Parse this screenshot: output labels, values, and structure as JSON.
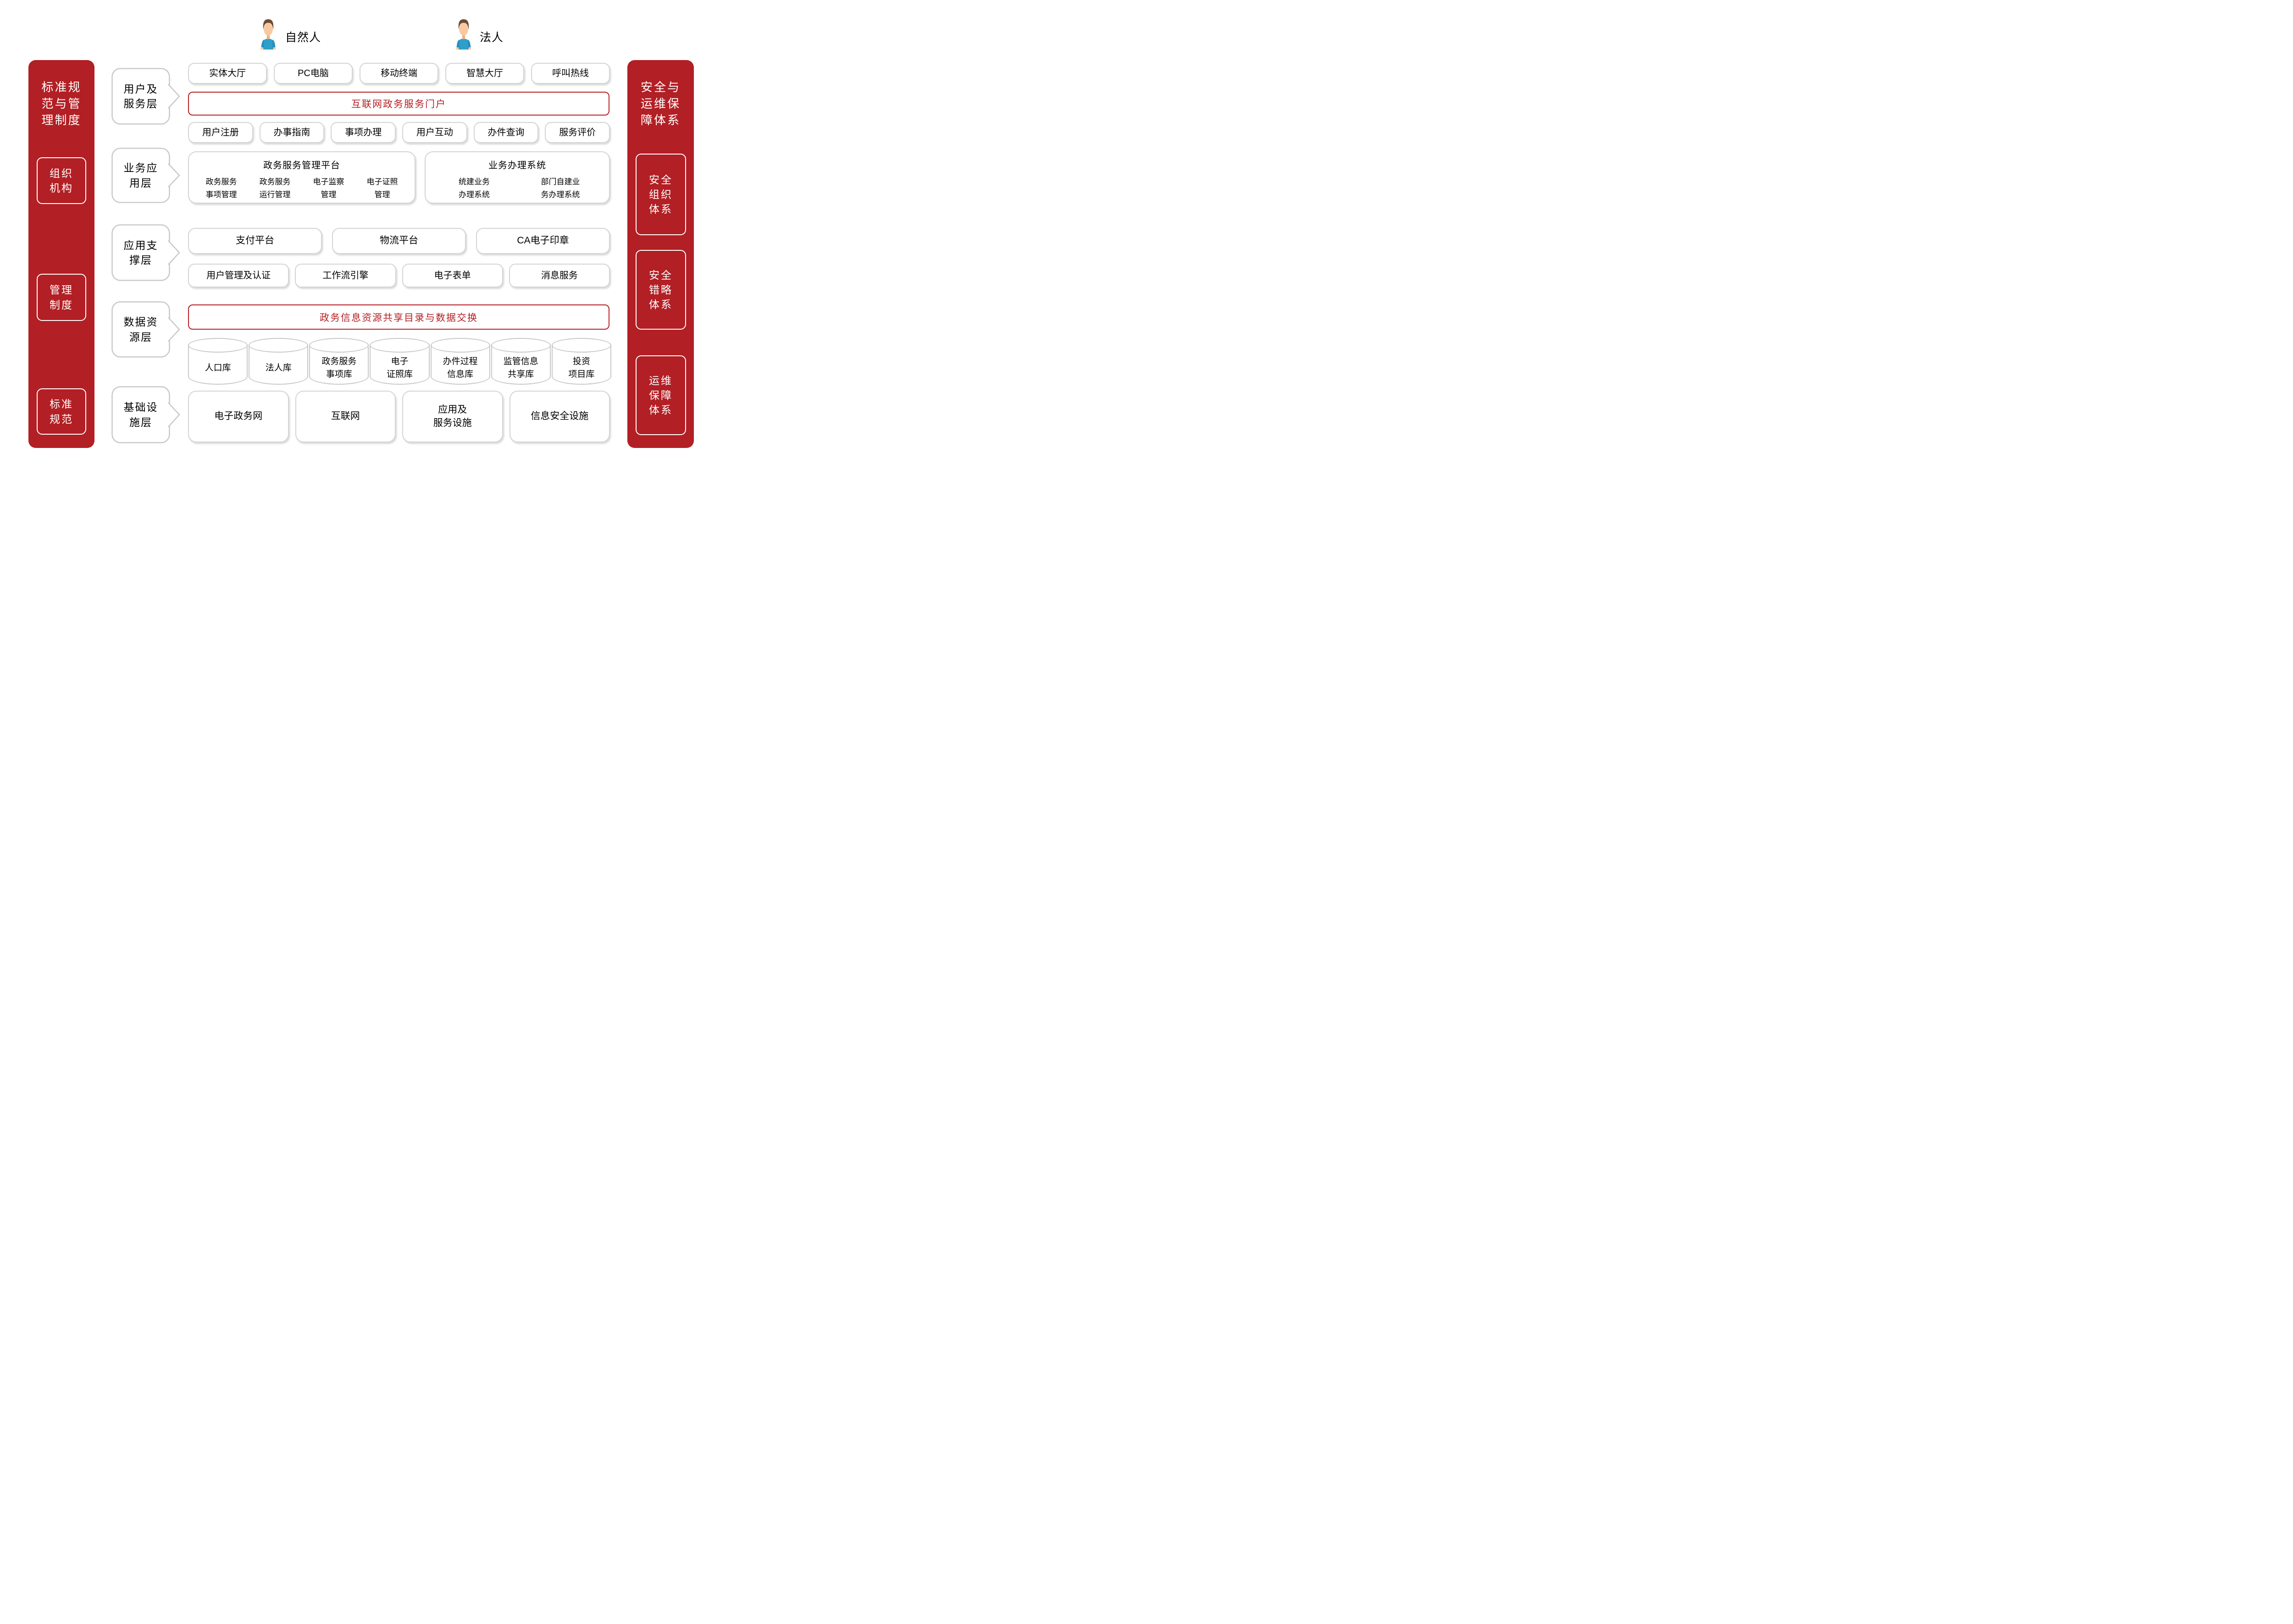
{
  "colors": {
    "brand_red": "#B21F24",
    "red_accent": "#B51F24",
    "box_border_gray": "#D4D4D4",
    "cylinder_border_gray": "#C9C9C9",
    "avatar_shirt_blue": "#2F9FCA",
    "avatar_hair_brown": "#6F4B33",
    "avatar_skin": "#F8C9A0"
  },
  "actors": {
    "natural_person": "自然人",
    "legal_person": "法人"
  },
  "sidebar_left": {
    "title": "标准规\n范与管\n理制度",
    "items": [
      {
        "label": "组织\n机构"
      },
      {
        "label": "管理\n制度"
      },
      {
        "label": "标准\n规范"
      }
    ]
  },
  "sidebar_right": {
    "title": "安全与\n运维保\n障体系",
    "items": [
      {
        "label": "安全\n组织\n体系"
      },
      {
        "label": "安全\n错略\n体系"
      },
      {
        "label": "运维\n保障\n体系"
      }
    ]
  },
  "layers": [
    {
      "label": "用户及\n服务层"
    },
    {
      "label": "业务应\n用层"
    },
    {
      "label": "应用支\n撑层"
    },
    {
      "label": "数据资\n源层"
    },
    {
      "label": "基础设\n施层"
    }
  ],
  "user_layer": {
    "channels": [
      {
        "label": "实体大厅"
      },
      {
        "label": "PC电脑"
      },
      {
        "label": "移动终端"
      },
      {
        "label": "智慧大厅"
      },
      {
        "label": "呼叫热线"
      }
    ],
    "portal": "互联网政务服务门户",
    "functions": [
      {
        "label": "用户注册"
      },
      {
        "label": "办事指南"
      },
      {
        "label": "事项办理"
      },
      {
        "label": "用户互动"
      },
      {
        "label": "办件查询"
      },
      {
        "label": "服务评价"
      }
    ]
  },
  "business_layer": {
    "left": {
      "title": "政务服务管理平台",
      "modules": [
        {
          "label": "政务服务\n事项管理"
        },
        {
          "label": "政务服务\n运行管理"
        },
        {
          "label": "电子监察\n管理"
        },
        {
          "label": "电子证照\n管理"
        }
      ]
    },
    "right": {
      "title": "业务办理系统",
      "modules": [
        {
          "label": "统建业务\n办理系统"
        },
        {
          "label": "部门自建业\n务办理系统"
        }
      ]
    }
  },
  "support_layer": {
    "row1": [
      {
        "label": "支付平台"
      },
      {
        "label": "物流平台"
      },
      {
        "label": "CA电子印章"
      }
    ],
    "row2": [
      {
        "label": "用户管理及认证"
      },
      {
        "label": "工作流引擎"
      },
      {
        "label": "电子表单"
      },
      {
        "label": "消息服务"
      }
    ]
  },
  "data_layer": {
    "bar": "政务信息资源共享目录与数据交换",
    "databases": [
      {
        "label": "人口库"
      },
      {
        "label": "法人库"
      },
      {
        "label": "政务服务\n事项库"
      },
      {
        "label": "电子\n证照库"
      },
      {
        "label": "办件过程\n信息库"
      },
      {
        "label": "监管信息\n共享库"
      },
      {
        "label": "投资\n项目库"
      }
    ]
  },
  "infra_layer": {
    "items": [
      {
        "label": "电子政务网"
      },
      {
        "label": "互联网"
      },
      {
        "label": "应用及\n服务设施"
      },
      {
        "label": "信息安全设施"
      }
    ]
  }
}
